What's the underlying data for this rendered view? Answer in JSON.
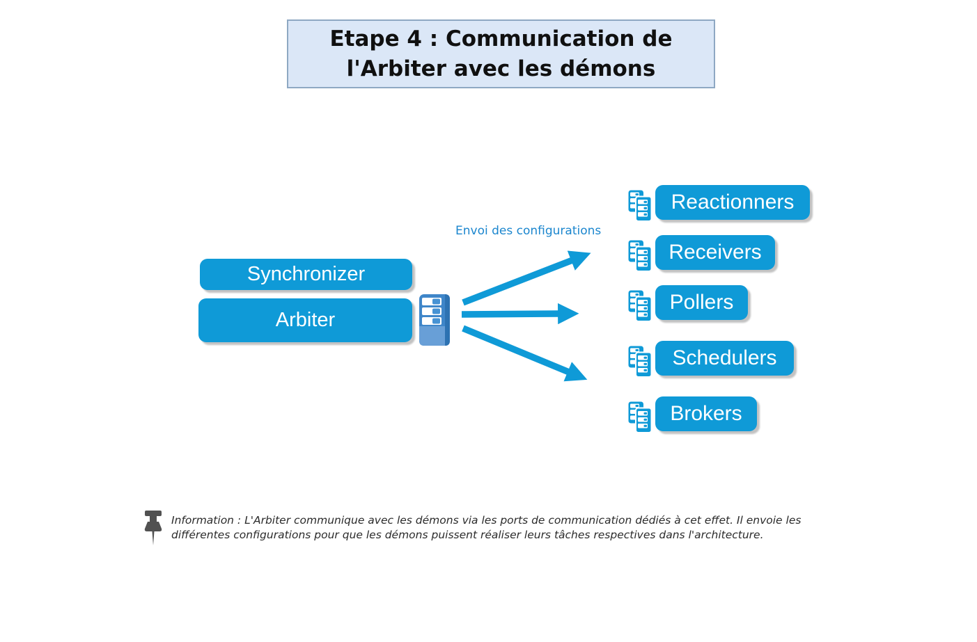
{
  "title": {
    "text": "Etape 4 : Communication de\nl'Arbiter avec les démons"
  },
  "left_nodes": [
    {
      "id": "synchronizer",
      "label": "Synchronizer"
    },
    {
      "id": "arbiter",
      "label": "Arbiter"
    }
  ],
  "flow": {
    "label": "Envoi des configurations",
    "arrow_count": 3
  },
  "daemons": [
    {
      "label": "Reactionners"
    },
    {
      "label": "Receivers"
    },
    {
      "label": "Pollers"
    },
    {
      "label": "Schedulers"
    },
    {
      "label": "Brokers"
    }
  ],
  "info": {
    "text": "Information : L'Arbiter communique avec les démons via les ports de communication dédiés à cet effet. Il envoie les\ndifférentes configurations pour que les démons puissent réaliser leurs tâches respectives dans l'architecture."
  },
  "icons": {
    "server": "server-tower-icon",
    "daemon": "stacked-servers-icon",
    "pin": "pushpin-icon",
    "arrows": "flow-arrows"
  },
  "colors": {
    "accent_blue": "#0f9ad7",
    "title_background": "#dbe7f7",
    "title_border": "#8ea8c3",
    "flow_label_blue": "#1b86ce",
    "server_body_blue": "#3f86c9",
    "server_bottom_blue": "#689fd7",
    "info_text_gray": "#2b2b2b",
    "pin_gray": "#515151",
    "shadow_gray": "#c2c2c2",
    "background": "#ffffff"
  }
}
